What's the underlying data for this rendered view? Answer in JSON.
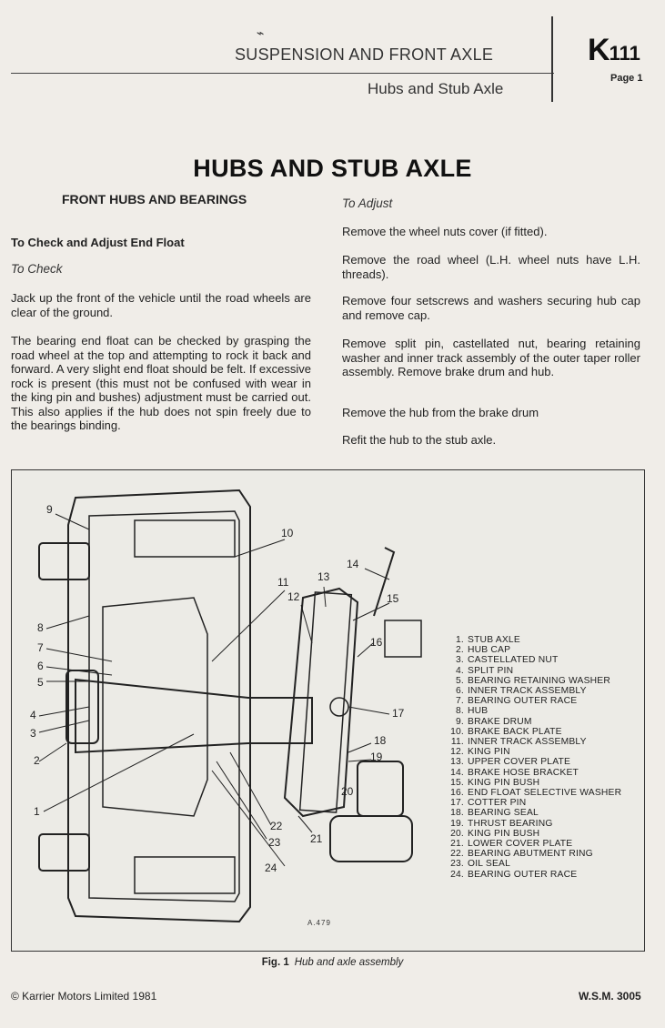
{
  "header": {
    "section": "SUSPENSION AND FRONT AXLE",
    "subsection": "Hubs and Stub Axle",
    "code_letter": "K",
    "code_number": "111",
    "page": "Page 1"
  },
  "title": "HUBS AND STUB AXLE",
  "left": {
    "section_title": "FRONT HUBS AND BEARINGS",
    "subsection_title": "To Check and Adjust End Float",
    "check_title": "To Check",
    "paragraphs": [
      "Jack up the front of the vehicle until the road wheels are clear of the ground.",
      "The bearing end float can be checked by grasping the road wheel at the top and attempting to rock it back and forward. A very slight end float should be felt. If excessive rock is present (this must not be confused with wear in the king pin and bushes) adjustment must be carried out. This also applies if the hub does not spin freely due to the bearings binding."
    ]
  },
  "right": {
    "adjust_title": "To Adjust",
    "steps": [
      "Remove the wheel nuts cover (if fitted).",
      "Remove the road wheel (L.H. wheel nuts have L.H. threads).",
      "Remove four setscrews and washers securing hub cap and remove cap.",
      "Remove split pin, castellated nut, bearing retaining washer and inner track assembly of the outer taper roller assembly. Remove brake drum and hub.",
      "Remove the hub from the brake drum",
      "Refit the hub to the stub axle."
    ]
  },
  "figure": {
    "ref_code": "A.479",
    "caption_label": "Fig. 1",
    "caption_text": "Hub and axle assembly",
    "legend": [
      {
        "n": "1.",
        "label": "STUB AXLE"
      },
      {
        "n": "2.",
        "label": "HUB CAP"
      },
      {
        "n": "3.",
        "label": "CASTELLATED NUT"
      },
      {
        "n": "4.",
        "label": "SPLIT PIN"
      },
      {
        "n": "5.",
        "label": "BEARING RETAINING WASHER"
      },
      {
        "n": "6.",
        "label": "INNER TRACK ASSEMBLY"
      },
      {
        "n": "7.",
        "label": "BEARING OUTER RACE"
      },
      {
        "n": "8.",
        "label": "HUB"
      },
      {
        "n": "9.",
        "label": "BRAKE DRUM"
      },
      {
        "n": "10.",
        "label": "BRAKE BACK PLATE"
      },
      {
        "n": "11.",
        "label": "INNER TRACK ASSEMBLY"
      },
      {
        "n": "12.",
        "label": "KING PIN"
      },
      {
        "n": "13.",
        "label": "UPPER COVER PLATE"
      },
      {
        "n": "14.",
        "label": "BRAKE HOSE BRACKET"
      },
      {
        "n": "15.",
        "label": "KING PIN BUSH"
      },
      {
        "n": "16.",
        "label": "END FLOAT SELECTIVE WASHER"
      },
      {
        "n": "17.",
        "label": "COTTER PIN"
      },
      {
        "n": "18.",
        "label": "BEARING SEAL"
      },
      {
        "n": "19.",
        "label": "THRUST BEARING"
      },
      {
        "n": "20.",
        "label": "KING PIN BUSH"
      },
      {
        "n": "21.",
        "label": "LOWER COVER PLATE"
      },
      {
        "n": "22.",
        "label": "BEARING ABUTMENT RING"
      },
      {
        "n": "23.",
        "label": "OIL SEAL"
      },
      {
        "n": "24.",
        "label": "BEARING OUTER RACE"
      }
    ],
    "callouts": [
      "1",
      "2",
      "3",
      "4",
      "5",
      "6",
      "7",
      "8",
      "9",
      "10",
      "11",
      "12",
      "13",
      "14",
      "15",
      "16",
      "17",
      "18",
      "19",
      "20",
      "21",
      "22",
      "23",
      "24"
    ]
  },
  "footer": {
    "copyright": "© Karrier Motors Limited 1981",
    "doc_code": "W.S.M. 3005"
  }
}
